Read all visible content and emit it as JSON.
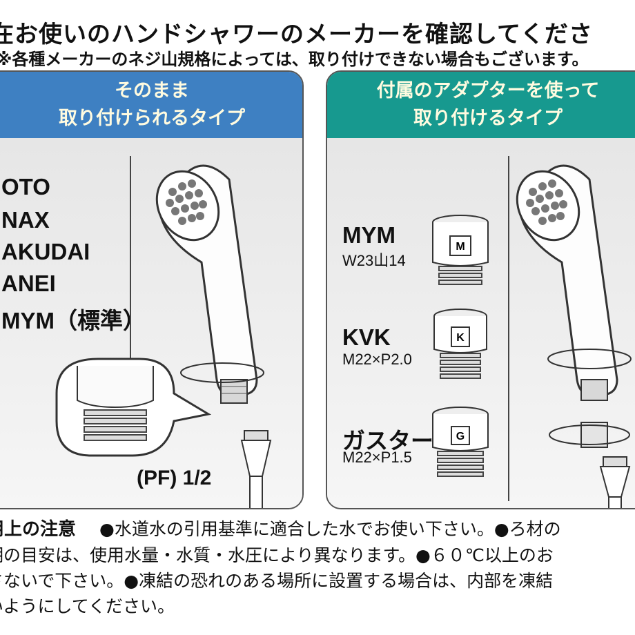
{
  "header": {
    "title": "在お使いのハンドシャワーのメーカーを確認してくださ",
    "note": "※各種メーカーのネジ山規格によっては、取り付けできない場合もございます。"
  },
  "left_panel": {
    "title_line1": "そのまま",
    "title_line2": "取り付けられるタイプ",
    "brands": [
      "OTO",
      "NAX",
      "AKUDAI",
      "ANEI",
      "MYM（標準）"
    ],
    "thread_label": "(PF) 1/2"
  },
  "right_panel": {
    "title_line1": "付属のアダプターを使って",
    "title_line2": "取り付けるタイプ",
    "adapters": [
      {
        "name": "MYM",
        "spec": "W23山14",
        "letter": "M"
      },
      {
        "name": "KVK",
        "spec": "M22×P2.0",
        "letter": "K"
      },
      {
        "name": "ガスター",
        "spec": "M22×P1.5",
        "letter": "G"
      }
    ]
  },
  "notice": {
    "title": "用上の注意",
    "line1": "●水道水の引用基準に適合した水でお使い下さい。●ろ材の",
    "line2": "期の目安は、使用水量・水質・水圧により異なります。●６０℃以上のお",
    "line3": "さないで下さい。●凍結の恐れのある場所に設置する場合は、内部を凍結",
    "line4": "いようにしてください。"
  }
}
